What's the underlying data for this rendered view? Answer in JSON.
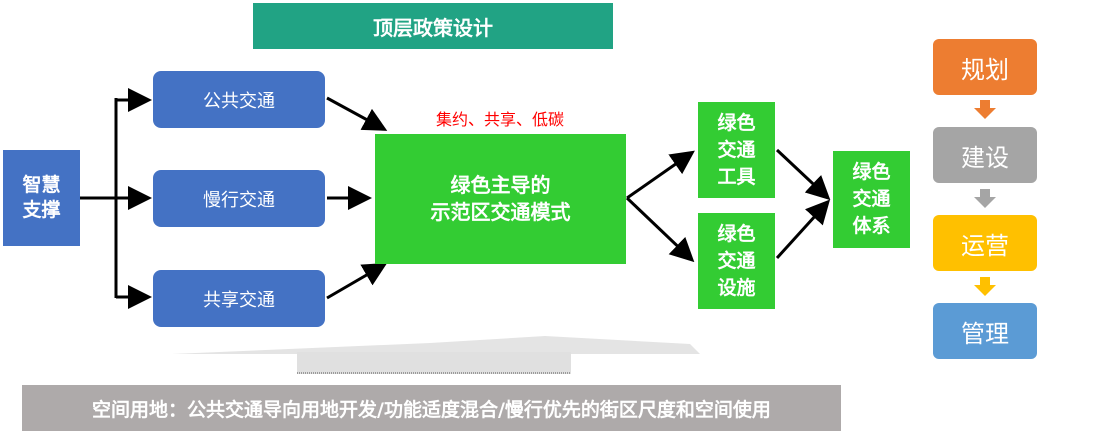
{
  "top_banner": {
    "label": "顶层政策设计",
    "color": "#21a384"
  },
  "smart_support": {
    "line1": "智慧",
    "line2": "支撑",
    "color": "#4472c4"
  },
  "transport_modes": [
    {
      "label": "公共交通"
    },
    {
      "label": "慢行交通"
    },
    {
      "label": "共享交通"
    }
  ],
  "principles_note": {
    "label": "集约、共享、低碳",
    "color": "#ff0000"
  },
  "central_model": {
    "line1": "绿色主导的",
    "line2": "示范区交通模式",
    "color": "#33cc33"
  },
  "green_outputs": [
    {
      "line1": "绿色",
      "line2": "交通",
      "line3": "工具"
    },
    {
      "line1": "绿色",
      "line2": "交通",
      "line3": "设施"
    }
  ],
  "green_system": {
    "line1": "绿色",
    "line2": "交通",
    "line3": "体系"
  },
  "lifecycle_stages": [
    {
      "label": "规划",
      "color": "#ed7d31"
    },
    {
      "label": "建设",
      "color": "#a5a5a5"
    },
    {
      "label": "运营",
      "color": "#ffc000"
    },
    {
      "label": "管理",
      "color": "#5b9bd5"
    }
  ],
  "spatial_land_use": {
    "label": "空间用地：公共交通导向用地开发/功能适度混合/慢行优先的街区尺度和空间使用",
    "color": "#aeaaaa"
  }
}
